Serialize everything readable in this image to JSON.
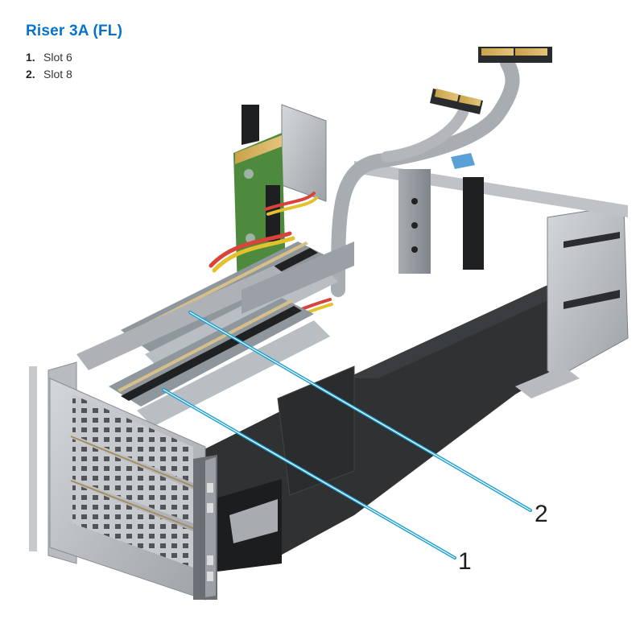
{
  "document": {
    "title": "Riser 3A (FL)",
    "legend": [
      {
        "number": "1.",
        "label": "Slot 6"
      },
      {
        "number": "2.",
        "label": "Slot 8"
      }
    ]
  },
  "figure": {
    "subject": "Riser 3A full-length riser cage with two PCIe slots",
    "callouts": [
      {
        "label": "1",
        "target": "Slot 6"
      },
      {
        "label": "2",
        "target": "Slot 8"
      }
    ]
  },
  "colors": {
    "title": "#0672CB",
    "callout_line": "#1A9ED4",
    "callout_text": "#1e1e1e",
    "body_text": "#333333"
  }
}
